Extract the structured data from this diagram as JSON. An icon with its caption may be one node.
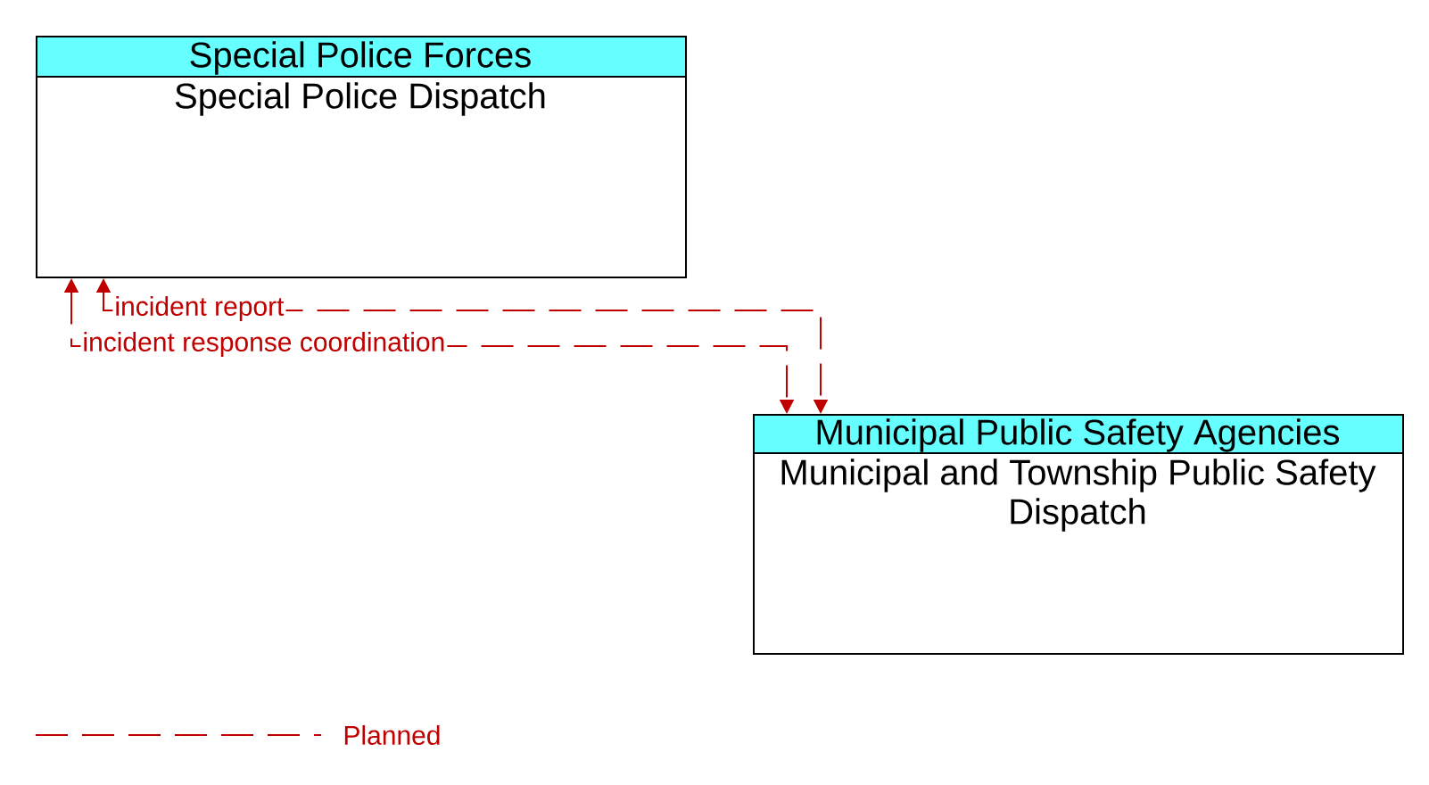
{
  "diagram": {
    "nodes": [
      {
        "text": [
          "Special Police Forces",
          "Special Police Dispatch"
        ]
      },
      {
        "text": [
          "Municipal Public Safety Agencies",
          "Municipal and Township Public Safety Dispatch"
        ]
      }
    ],
    "edges": [
      {
        "from": 0,
        "to": 1,
        "arrow": "both",
        "label": "incident report",
        "style": "dashed"
      },
      {
        "from": 0,
        "to": 1,
        "arrow": "both",
        "label": "incident response coordination",
        "style": "dashed"
      }
    ],
    "legend": [
      {
        "text": "Planned"
      }
    ]
  }
}
